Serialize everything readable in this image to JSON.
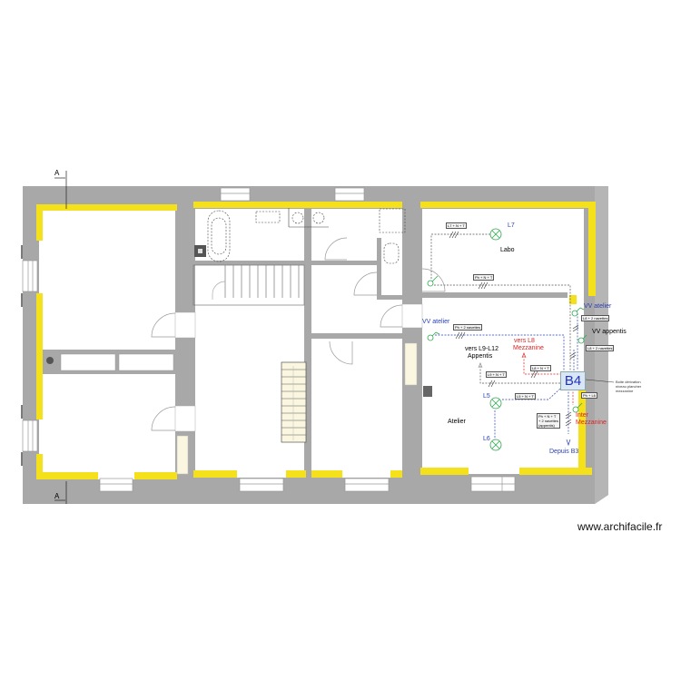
{
  "plan": {
    "watermark": "www.archifacile.fr",
    "section_markers": [
      "A",
      "A"
    ],
    "colors": {
      "wall": "#a8a8a8",
      "insulation": "#f5e01c",
      "floor": "#ffffff",
      "stair_fill": "#faf6e0",
      "circuit_blue": "#2a3fb5",
      "circuit_red": "#e02020",
      "fixture_green": "#2aa84a",
      "b4_box": "#d8e6f5"
    }
  },
  "rooms": {
    "labo": "Labo",
    "atelier": "Atelier"
  },
  "lights": {
    "l5": "L5",
    "l6": "L6",
    "l7": "L7"
  },
  "junction_box": {
    "label": "B4",
    "note": "Boite dérivation\nniveau plancher\nmezzanine"
  },
  "switches": {
    "vv_atelier_left": "VV atelier",
    "vv_atelier_right": "VV atelier",
    "vv_appentis": "VV appentis",
    "inter_mezzanine": "Inter\nMezzanine"
  },
  "annotations": {
    "vers_l9_l12": "vers L9-L12",
    "appentis": "Appentis",
    "vers_l8": "vers L8",
    "mezzanine": "Mezzanine",
    "depuis_b3": "Depuis B3"
  },
  "cable_tags": {
    "l7_nt": "L7 + N + T",
    "ph_nt_labo": "Ph + N + T",
    "ph_2navettes": "Ph + 2 navettes",
    "l8_2navettes": "L8 + 2 navettes",
    "l8_2navettes_b": "L8 + 2 navettes",
    "l9_nt": "L9 + N + T",
    "l8_nt": "L8 + N + T",
    "l5_nt": "L5 + N + T",
    "ph_l6": "Ph + L6",
    "ph_nt_2nav": "Ph + N + T\n+ 2 navettes\n(appentis)"
  }
}
